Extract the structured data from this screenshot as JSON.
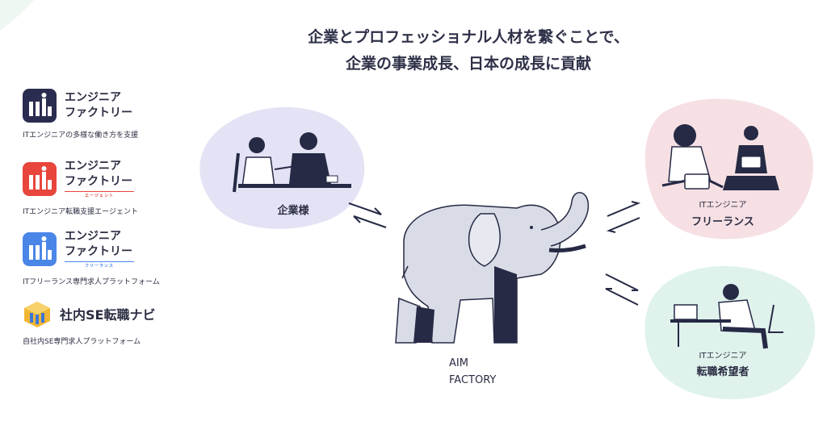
{
  "headline": {
    "line1": "企業とプロフェッショナル人材を繋ぐことで、",
    "line2": "企業の事業成長、日本の成長に貢献"
  },
  "brands": [
    {
      "name_line1": "エンジニア",
      "name_line2": "ファクトリー",
      "tag": "",
      "description": "ITエンジニアの多様な働き方を支援",
      "color": "#2a2d4f"
    },
    {
      "name_line1": "エンジニア",
      "name_line2": "ファクトリー",
      "tag": "エージェント",
      "description": "ITエンジニア転職支援エージェント",
      "color": "#e8453c"
    },
    {
      "name_line1": "エンジニア",
      "name_line2": "ファクトリー",
      "tag": "フリーランス",
      "description": "ITフリーランス専門求人プラットフォーム",
      "color": "#4a86e8"
    },
    {
      "name_line1": "社内SE転職ナビ",
      "name_line2": "",
      "tag": "",
      "description": "自社内SE専門求人プラットフォーム",
      "color": "#f2b632"
    }
  ],
  "groups": {
    "client": {
      "label": "企業様",
      "color": "#e3e3f5"
    },
    "freelance": {
      "label_top": "ITエンジニア",
      "label_bottom": "フリーランス",
      "color": "#f6e0e4"
    },
    "jobseeker": {
      "label_top": "ITエンジニア",
      "label_bottom": "転職希望者",
      "color": "#dff2ec"
    }
  },
  "center": {
    "line1": "AIM",
    "line2": "FACTORY",
    "elephant_color": "#d9dce6",
    "dark_color": "#262a45"
  }
}
